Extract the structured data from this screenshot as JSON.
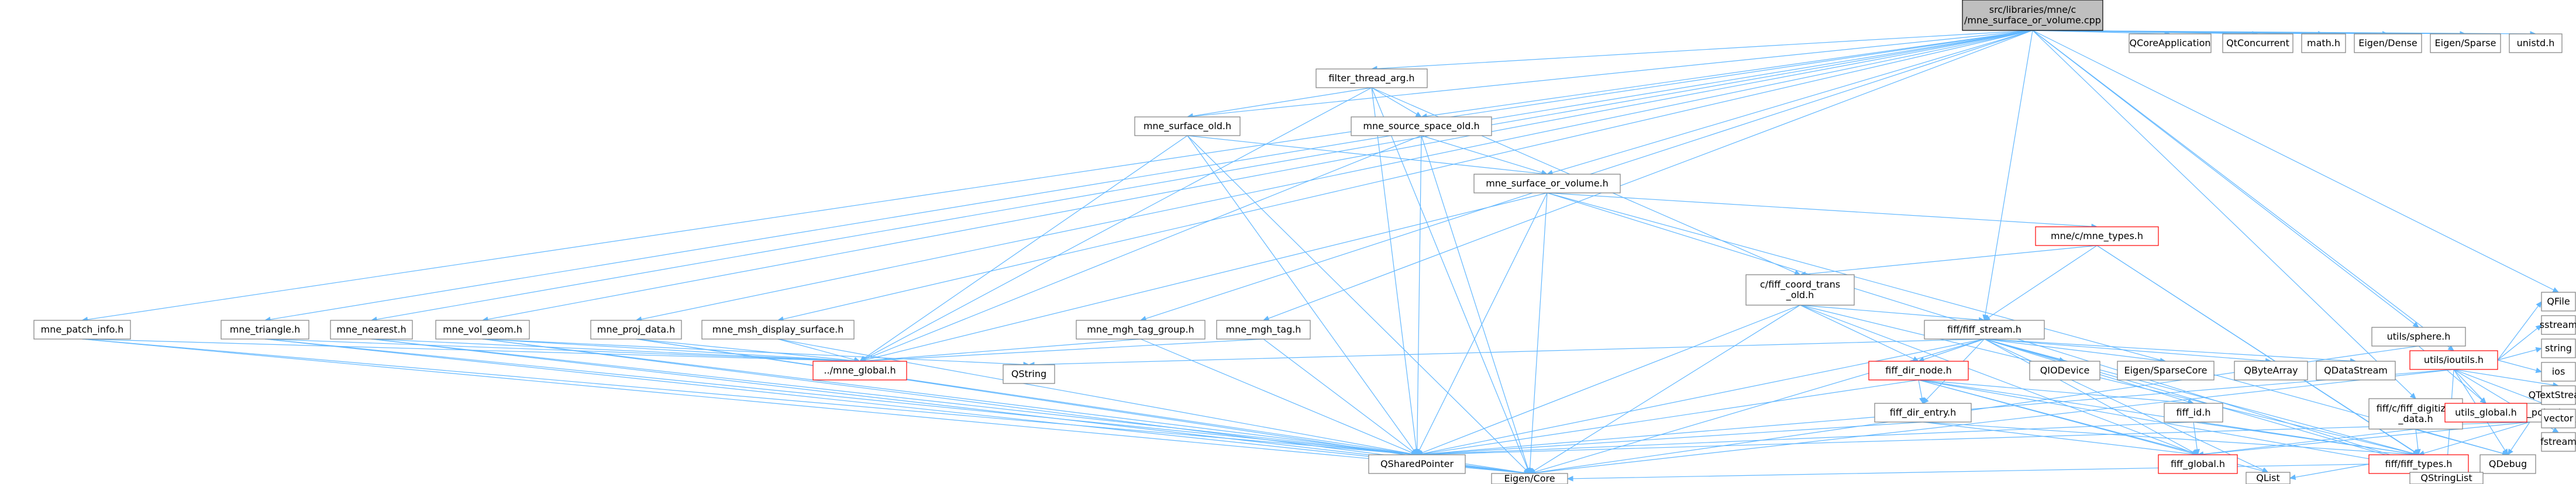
{
  "graph": {
    "colors": {
      "edge": "#63b8ff",
      "normal_border": "#7f7f7f",
      "normal_fill": "#ffffff",
      "root_fill": "#bfbfbf",
      "root_border": "#000000",
      "incomplete_border": "#ff0000",
      "text": "#000000",
      "text_red": "#ff0000"
    },
    "nodes": [
      {
        "id": "root",
        "lines": [
          "src/libraries/mne/c",
          "/mne_surface_or_volume.cpp"
        ],
        "style": "root"
      },
      {
        "id": "filter_thread_arg",
        "lines": [
          "filter_thread_arg.h"
        ],
        "style": "normal"
      },
      {
        "id": "mne_surface_old",
        "lines": [
          "mne_surface_old.h"
        ],
        "style": "normal"
      },
      {
        "id": "mne_source_space_old",
        "lines": [
          "mne_source_space_old.h"
        ],
        "style": "normal"
      },
      {
        "id": "mne_surface_or_volume",
        "lines": [
          "mne_surface_or_volume.h"
        ],
        "style": "normal"
      },
      {
        "id": "mne_types",
        "lines": [
          "mne/c/mne_types.h"
        ],
        "style": "incomplete"
      },
      {
        "id": "fiff_coord_trans_old",
        "lines": [
          "c/fiff_coord_trans",
          "_old.h"
        ],
        "style": "normal"
      },
      {
        "id": "mne_patch_info",
        "lines": [
          "mne_patch_info.h"
        ],
        "style": "normal"
      },
      {
        "id": "mne_triangle",
        "lines": [
          "mne_triangle.h"
        ],
        "style": "normal"
      },
      {
        "id": "mne_nearest",
        "lines": [
          "mne_nearest.h"
        ],
        "style": "normal"
      },
      {
        "id": "mne_vol_geom",
        "lines": [
          "mne_vol_geom.h"
        ],
        "style": "normal"
      },
      {
        "id": "mne_proj_data",
        "lines": [
          "mne_proj_data.h"
        ],
        "style": "normal"
      },
      {
        "id": "mne_msh_display_surface",
        "lines": [
          "mne_msh_display_surface.h"
        ],
        "style": "normal"
      },
      {
        "id": "mne_mgh_tag_group",
        "lines": [
          "mne_mgh_tag_group.h"
        ],
        "style": "normal"
      },
      {
        "id": "mne_mgh_tag",
        "lines": [
          "mne_mgh_tag.h"
        ],
        "style": "normal"
      },
      {
        "id": "mne_global",
        "lines": [
          "../mne_global.h"
        ],
        "style": "incomplete"
      },
      {
        "id": "qstring",
        "lines": [
          "QString"
        ],
        "style": "normal"
      },
      {
        "id": "fiff_stream",
        "lines": [
          "fiff/fiff_stream.h"
        ],
        "style": "normal"
      },
      {
        "id": "fiff_dir_node",
        "lines": [
          "fiff_dir_node.h"
        ],
        "style": "incomplete"
      },
      {
        "id": "qiodevice",
        "lines": [
          "QIODevice"
        ],
        "style": "normal"
      },
      {
        "id": "eigen_sparsecore",
        "lines": [
          "Eigen/SparseCore"
        ],
        "style": "normal"
      },
      {
        "id": "qbytearray",
        "lines": [
          "QByteArray"
        ],
        "style": "normal"
      },
      {
        "id": "qdatastream",
        "lines": [
          "QDataStream"
        ],
        "style": "normal"
      },
      {
        "id": "fiff_dir_entry",
        "lines": [
          "fiff_dir_entry.h"
        ],
        "style": "normal"
      },
      {
        "id": "fiff_id",
        "lines": [
          "fiff_id.h"
        ],
        "style": "normal"
      },
      {
        "id": "fiff_digitizer_data",
        "lines": [
          "fiff/c/fiff_digitizer",
          "_data.h"
        ],
        "style": "normal"
      },
      {
        "id": "fiff_dig_point",
        "lines": [
          "fiff_dig_point.h"
        ],
        "style": "normal"
      },
      {
        "id": "qsharedpointer",
        "lines": [
          "QSharedPointer"
        ],
        "style": "normal"
      },
      {
        "id": "fiff_global",
        "lines": [
          "fiff_global.h"
        ],
        "style": "incomplete"
      },
      {
        "id": "fiff_types",
        "lines": [
          "fiff/fiff_types.h"
        ],
        "style": "incomplete"
      },
      {
        "id": "qdebug",
        "lines": [
          "QDebug"
        ],
        "style": "normal"
      },
      {
        "id": "eigen_core",
        "lines": [
          "Eigen/Core"
        ],
        "style": "normal"
      },
      {
        "id": "qlist",
        "lines": [
          "QList"
        ],
        "style": "normal"
      },
      {
        "id": "qstringlist",
        "lines": [
          "QStringList"
        ],
        "style": "normal"
      },
      {
        "id": "utils_sphere",
        "lines": [
          "utils/sphere.h"
        ],
        "style": "normal"
      },
      {
        "id": "utils_ioutils",
        "lines": [
          "utils/ioutils.h"
        ],
        "style": "incomplete"
      },
      {
        "id": "utils_global",
        "lines": [
          "utils_global.h"
        ],
        "style": "incomplete"
      },
      {
        "id": "vector",
        "lines": [
          "vector"
        ],
        "style": "normal"
      },
      {
        "id": "fstream",
        "lines": [
          "fstream"
        ],
        "style": "normal"
      },
      {
        "id": "qtextstream",
        "lines": [
          "QTextStream"
        ],
        "style": "normal"
      },
      {
        "id": "ios",
        "lines": [
          "ios"
        ],
        "style": "normal"
      },
      {
        "id": "string",
        "lines": [
          "string"
        ],
        "style": "normal"
      },
      {
        "id": "sstream",
        "lines": [
          "sstream"
        ],
        "style": "normal"
      },
      {
        "id": "qfile",
        "lines": [
          "QFile"
        ],
        "style": "normal"
      },
      {
        "id": "qcoreapplication",
        "lines": [
          "QCoreApplication"
        ],
        "style": "normal"
      },
      {
        "id": "qtconcurrent",
        "lines": [
          "QtConcurrent"
        ],
        "style": "normal"
      },
      {
        "id": "math",
        "lines": [
          "math.h"
        ],
        "style": "normal"
      },
      {
        "id": "eigen_dense",
        "lines": [
          "Eigen/Dense"
        ],
        "style": "normal"
      },
      {
        "id": "eigen_sparse",
        "lines": [
          "Eigen/Sparse"
        ],
        "style": "normal"
      },
      {
        "id": "unistd",
        "lines": [
          "unistd.h"
        ],
        "style": "normal"
      }
    ],
    "edges": [
      [
        "root",
        "filter_thread_arg"
      ],
      [
        "root",
        "mne_surface_old"
      ],
      [
        "root",
        "mne_source_space_old"
      ],
      [
        "root",
        "mne_surface_or_volume"
      ],
      [
        "root",
        "mne_patch_info"
      ],
      [
        "root",
        "mne_triangle"
      ],
      [
        "root",
        "mne_nearest"
      ],
      [
        "root",
        "mne_vol_geom"
      ],
      [
        "root",
        "mne_proj_data"
      ],
      [
        "root",
        "mne_msh_display_surface"
      ],
      [
        "root",
        "mne_mgh_tag_group"
      ],
      [
        "root",
        "mne_mgh_tag"
      ],
      [
        "root",
        "fiff_stream"
      ],
      [
        "root",
        "fiff_digitizer_data"
      ],
      [
        "root",
        "utils_sphere"
      ],
      [
        "root",
        "utils_ioutils"
      ],
      [
        "root",
        "qcoreapplication"
      ],
      [
        "root",
        "qtconcurrent"
      ],
      [
        "root",
        "math"
      ],
      [
        "root",
        "eigen_dense"
      ],
      [
        "root",
        "eigen_sparse"
      ],
      [
        "root",
        "unistd"
      ],
      [
        "root",
        "qfile"
      ],
      [
        "filter_thread_arg",
        "mne_surface_old"
      ],
      [
        "filter_thread_arg",
        "mne_source_space_old"
      ],
      [
        "filter_thread_arg",
        "fiff_coord_trans_old"
      ],
      [
        "filter_thread_arg",
        "mne_global"
      ],
      [
        "filter_thread_arg",
        "qsharedpointer"
      ],
      [
        "filter_thread_arg",
        "eigen_core"
      ],
      [
        "mne_surface_old",
        "mne_surface_or_volume"
      ],
      [
        "mne_surface_old",
        "mne_global"
      ],
      [
        "mne_surface_old",
        "qsharedpointer"
      ],
      [
        "mne_surface_old",
        "eigen_core"
      ],
      [
        "mne_source_space_old",
        "mne_surface_or_volume"
      ],
      [
        "mne_source_space_old",
        "mne_global"
      ],
      [
        "mne_source_space_old",
        "qsharedpointer"
      ],
      [
        "mne_source_space_old",
        "eigen_core"
      ],
      [
        "mne_surface_or_volume",
        "mne_types"
      ],
      [
        "mne_surface_or_volume",
        "mne_global"
      ],
      [
        "mne_surface_or_volume",
        "qsharedpointer"
      ],
      [
        "mne_surface_or_volume",
        "eigen_core"
      ],
      [
        "mne_surface_or_volume",
        "qstringlist"
      ],
      [
        "mne_surface_or_volume",
        "qdebug"
      ],
      [
        "mne_types",
        "fiff_coord_trans_old"
      ],
      [
        "mne_types",
        "fiff_stream"
      ],
      [
        "mne_types",
        "fiff_types"
      ],
      [
        "mne_types",
        "qstringlist"
      ],
      [
        "fiff_coord_trans_old",
        "fiff_stream"
      ],
      [
        "fiff_coord_trans_old",
        "fiff_dir_node"
      ],
      [
        "fiff_coord_trans_old",
        "fiff_global"
      ],
      [
        "fiff_coord_trans_old",
        "fiff_types"
      ],
      [
        "fiff_coord_trans_old",
        "qsharedpointer"
      ],
      [
        "fiff_coord_trans_old",
        "eigen_core"
      ],
      [
        "mne_patch_info",
        "mne_global"
      ],
      [
        "mne_patch_info",
        "qsharedpointer"
      ],
      [
        "mne_patch_info",
        "eigen_core"
      ],
      [
        "mne_triangle",
        "mne_global"
      ],
      [
        "mne_triangle",
        "qsharedpointer"
      ],
      [
        "mne_triangle",
        "eigen_core"
      ],
      [
        "mne_nearest",
        "mne_global"
      ],
      [
        "mne_nearest",
        "qsharedpointer"
      ],
      [
        "mne_nearest",
        "eigen_core"
      ],
      [
        "mne_vol_geom",
        "mne_global"
      ],
      [
        "mne_vol_geom",
        "qsharedpointer"
      ],
      [
        "mne_vol_geom",
        "eigen_core"
      ],
      [
        "mne_vol_geom",
        "qstring"
      ],
      [
        "mne_proj_data",
        "mne_global"
      ],
      [
        "mne_proj_data",
        "qsharedpointer"
      ],
      [
        "mne_proj_data",
        "eigen_core"
      ],
      [
        "mne_msh_display_surface",
        "mne_global"
      ],
      [
        "mne_msh_display_surface",
        "qsharedpointer"
      ],
      [
        "mne_mgh_tag_group",
        "mne_global"
      ],
      [
        "mne_mgh_tag_group",
        "qsharedpointer"
      ],
      [
        "mne_mgh_tag",
        "mne_global"
      ],
      [
        "mne_mgh_tag",
        "qsharedpointer"
      ],
      [
        "fiff_stream",
        "qstring"
      ],
      [
        "fiff_stream",
        "fiff_dir_node"
      ],
      [
        "fiff_stream",
        "qiodevice"
      ],
      [
        "fiff_stream",
        "eigen_sparsecore"
      ],
      [
        "fiff_stream",
        "qbytearray"
      ],
      [
        "fiff_stream",
        "qdatastream"
      ],
      [
        "fiff_stream",
        "fiff_dir_entry"
      ],
      [
        "fiff_stream",
        "fiff_id"
      ],
      [
        "fiff_stream",
        "fiff_global"
      ],
      [
        "fiff_stream",
        "fiff_types"
      ],
      [
        "fiff_stream",
        "qsharedpointer"
      ],
      [
        "fiff_stream",
        "eigen_core"
      ],
      [
        "fiff_stream",
        "qlist"
      ],
      [
        "fiff_stream",
        "qstringlist"
      ],
      [
        "fiff_dir_node",
        "fiff_dir_entry"
      ],
      [
        "fiff_dir_node",
        "fiff_id"
      ],
      [
        "fiff_dir_node",
        "fiff_global"
      ],
      [
        "fiff_dir_node",
        "fiff_types"
      ],
      [
        "fiff_dir_node",
        "qsharedpointer"
      ],
      [
        "fiff_dir_node",
        "qlist"
      ],
      [
        "fiff_dir_node",
        "qstringlist"
      ],
      [
        "fiff_dir_entry",
        "fiff_global"
      ],
      [
        "fiff_dir_entry",
        "fiff_types"
      ],
      [
        "fiff_dir_entry",
        "qsharedpointer"
      ],
      [
        "fiff_id",
        "fiff_global"
      ],
      [
        "fiff_id",
        "fiff_types"
      ],
      [
        "fiff_id",
        "qsharedpointer"
      ],
      [
        "fiff_digitizer_data",
        "fiff_dig_point"
      ],
      [
        "fiff_digitizer_data",
        "fiff_global"
      ],
      [
        "fiff_digitizer_data",
        "fiff_types"
      ],
      [
        "fiff_digitizer_data",
        "qdebug"
      ],
      [
        "fiff_dig_point",
        "fiff_global"
      ],
      [
        "fiff_dig_point",
        "fiff_types"
      ],
      [
        "fiff_dig_point",
        "qsharedpointer"
      ],
      [
        "fiff_dig_point",
        "qdebug"
      ],
      [
        "fiff_types",
        "eigen_core"
      ],
      [
        "fiff_types",
        "qlist"
      ],
      [
        "fiff_types",
        "qstringlist"
      ],
      [
        "utils_sphere",
        "utils_global"
      ],
      [
        "utils_sphere",
        "eigen_core"
      ],
      [
        "utils_ioutils",
        "utils_global"
      ],
      [
        "utils_ioutils",
        "qsharedpointer"
      ],
      [
        "utils_ioutils",
        "eigen_core"
      ],
      [
        "utils_ioutils",
        "vector"
      ],
      [
        "utils_ioutils",
        "fstream"
      ],
      [
        "utils_ioutils",
        "qtextstream"
      ],
      [
        "utils_ioutils",
        "ios"
      ],
      [
        "utils_ioutils",
        "string"
      ],
      [
        "utils_ioutils",
        "sstream"
      ],
      [
        "utils_ioutils",
        "qfile"
      ],
      [
        "utils_ioutils",
        "qstringlist"
      ],
      [
        "utils_ioutils",
        "qdebug"
      ]
    ]
  }
}
